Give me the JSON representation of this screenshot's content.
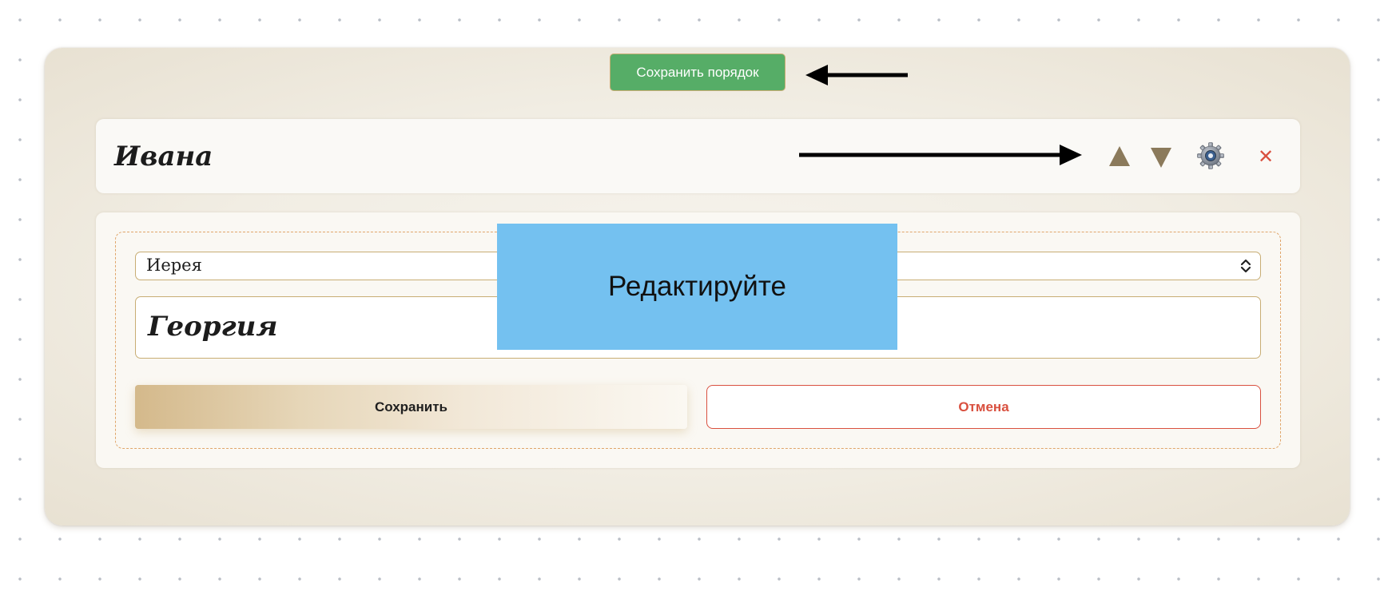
{
  "toolbar": {
    "save_order_label": "Сохранить порядок"
  },
  "card": {
    "title": "Ивана",
    "controls": {
      "move_up_icon": "triangle-up",
      "move_down_icon": "triangle-down",
      "settings_icon": "gear",
      "delete_icon": "close-x",
      "delete_glyph": "✕"
    }
  },
  "edit_form": {
    "rank_select": {
      "selected": "Иерея"
    },
    "name_input": {
      "value": "Георгия"
    },
    "save_label": "Сохранить",
    "cancel_label": "Отмена"
  },
  "annotation": {
    "overlay_text": "Редактируйте"
  },
  "colors": {
    "save_order_bg": "#56ad67",
    "accent_gold": "#c8ad74",
    "danger": "#d9503f",
    "arrow_control": "#8b7a5b",
    "overlay_bg": "#74c1f0"
  }
}
